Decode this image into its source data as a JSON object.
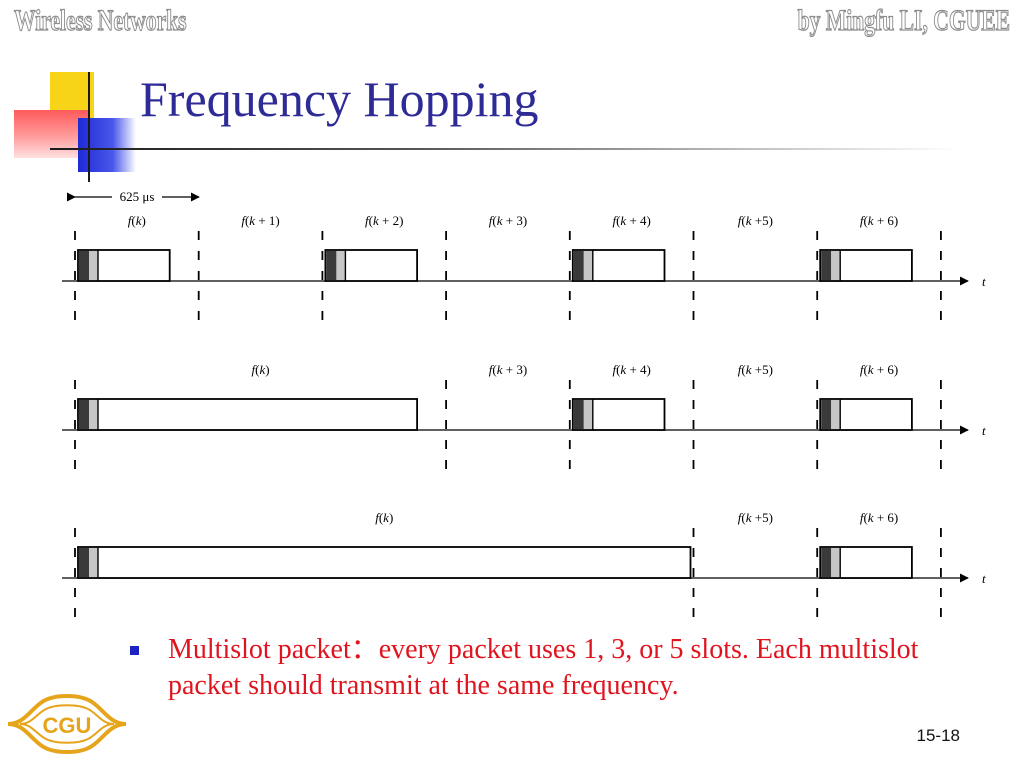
{
  "header": {
    "left_text": "Wireless Networks",
    "right_text": "by Mingfu LI, CGUEE"
  },
  "title": "Frequency Hopping",
  "diagram": {
    "slot_duration_label": "625 μs",
    "time_axis_label": "t",
    "rows": [
      {
        "packet_slots": 1,
        "labels": [
          "f(k)",
          "f(k + 1)",
          "f(k + 2)",
          "f(k + 3)",
          "f(k + 4)",
          "f(k +5)",
          "f(k + 6)"
        ]
      },
      {
        "packet_slots": 3,
        "labels": [
          "f(k)",
          "f(k + 3)",
          "f(k + 4)",
          "f(k +5)",
          "f(k + 6)"
        ]
      },
      {
        "packet_slots": 5,
        "labels": [
          "f(k)",
          "f(k +5)",
          "f(k + 6)"
        ]
      }
    ]
  },
  "bullet": {
    "text": "Multislot packet：every packet uses 1, 3, or 5 slots. Each multislot packet should transmit at the same frequency."
  },
  "logo": {
    "text": "CGU"
  },
  "page_number": "15-18",
  "colors": {
    "title": "#2e2a96",
    "bullet_text": "#e0141e",
    "bullet_marker": "#1c22c4"
  }
}
